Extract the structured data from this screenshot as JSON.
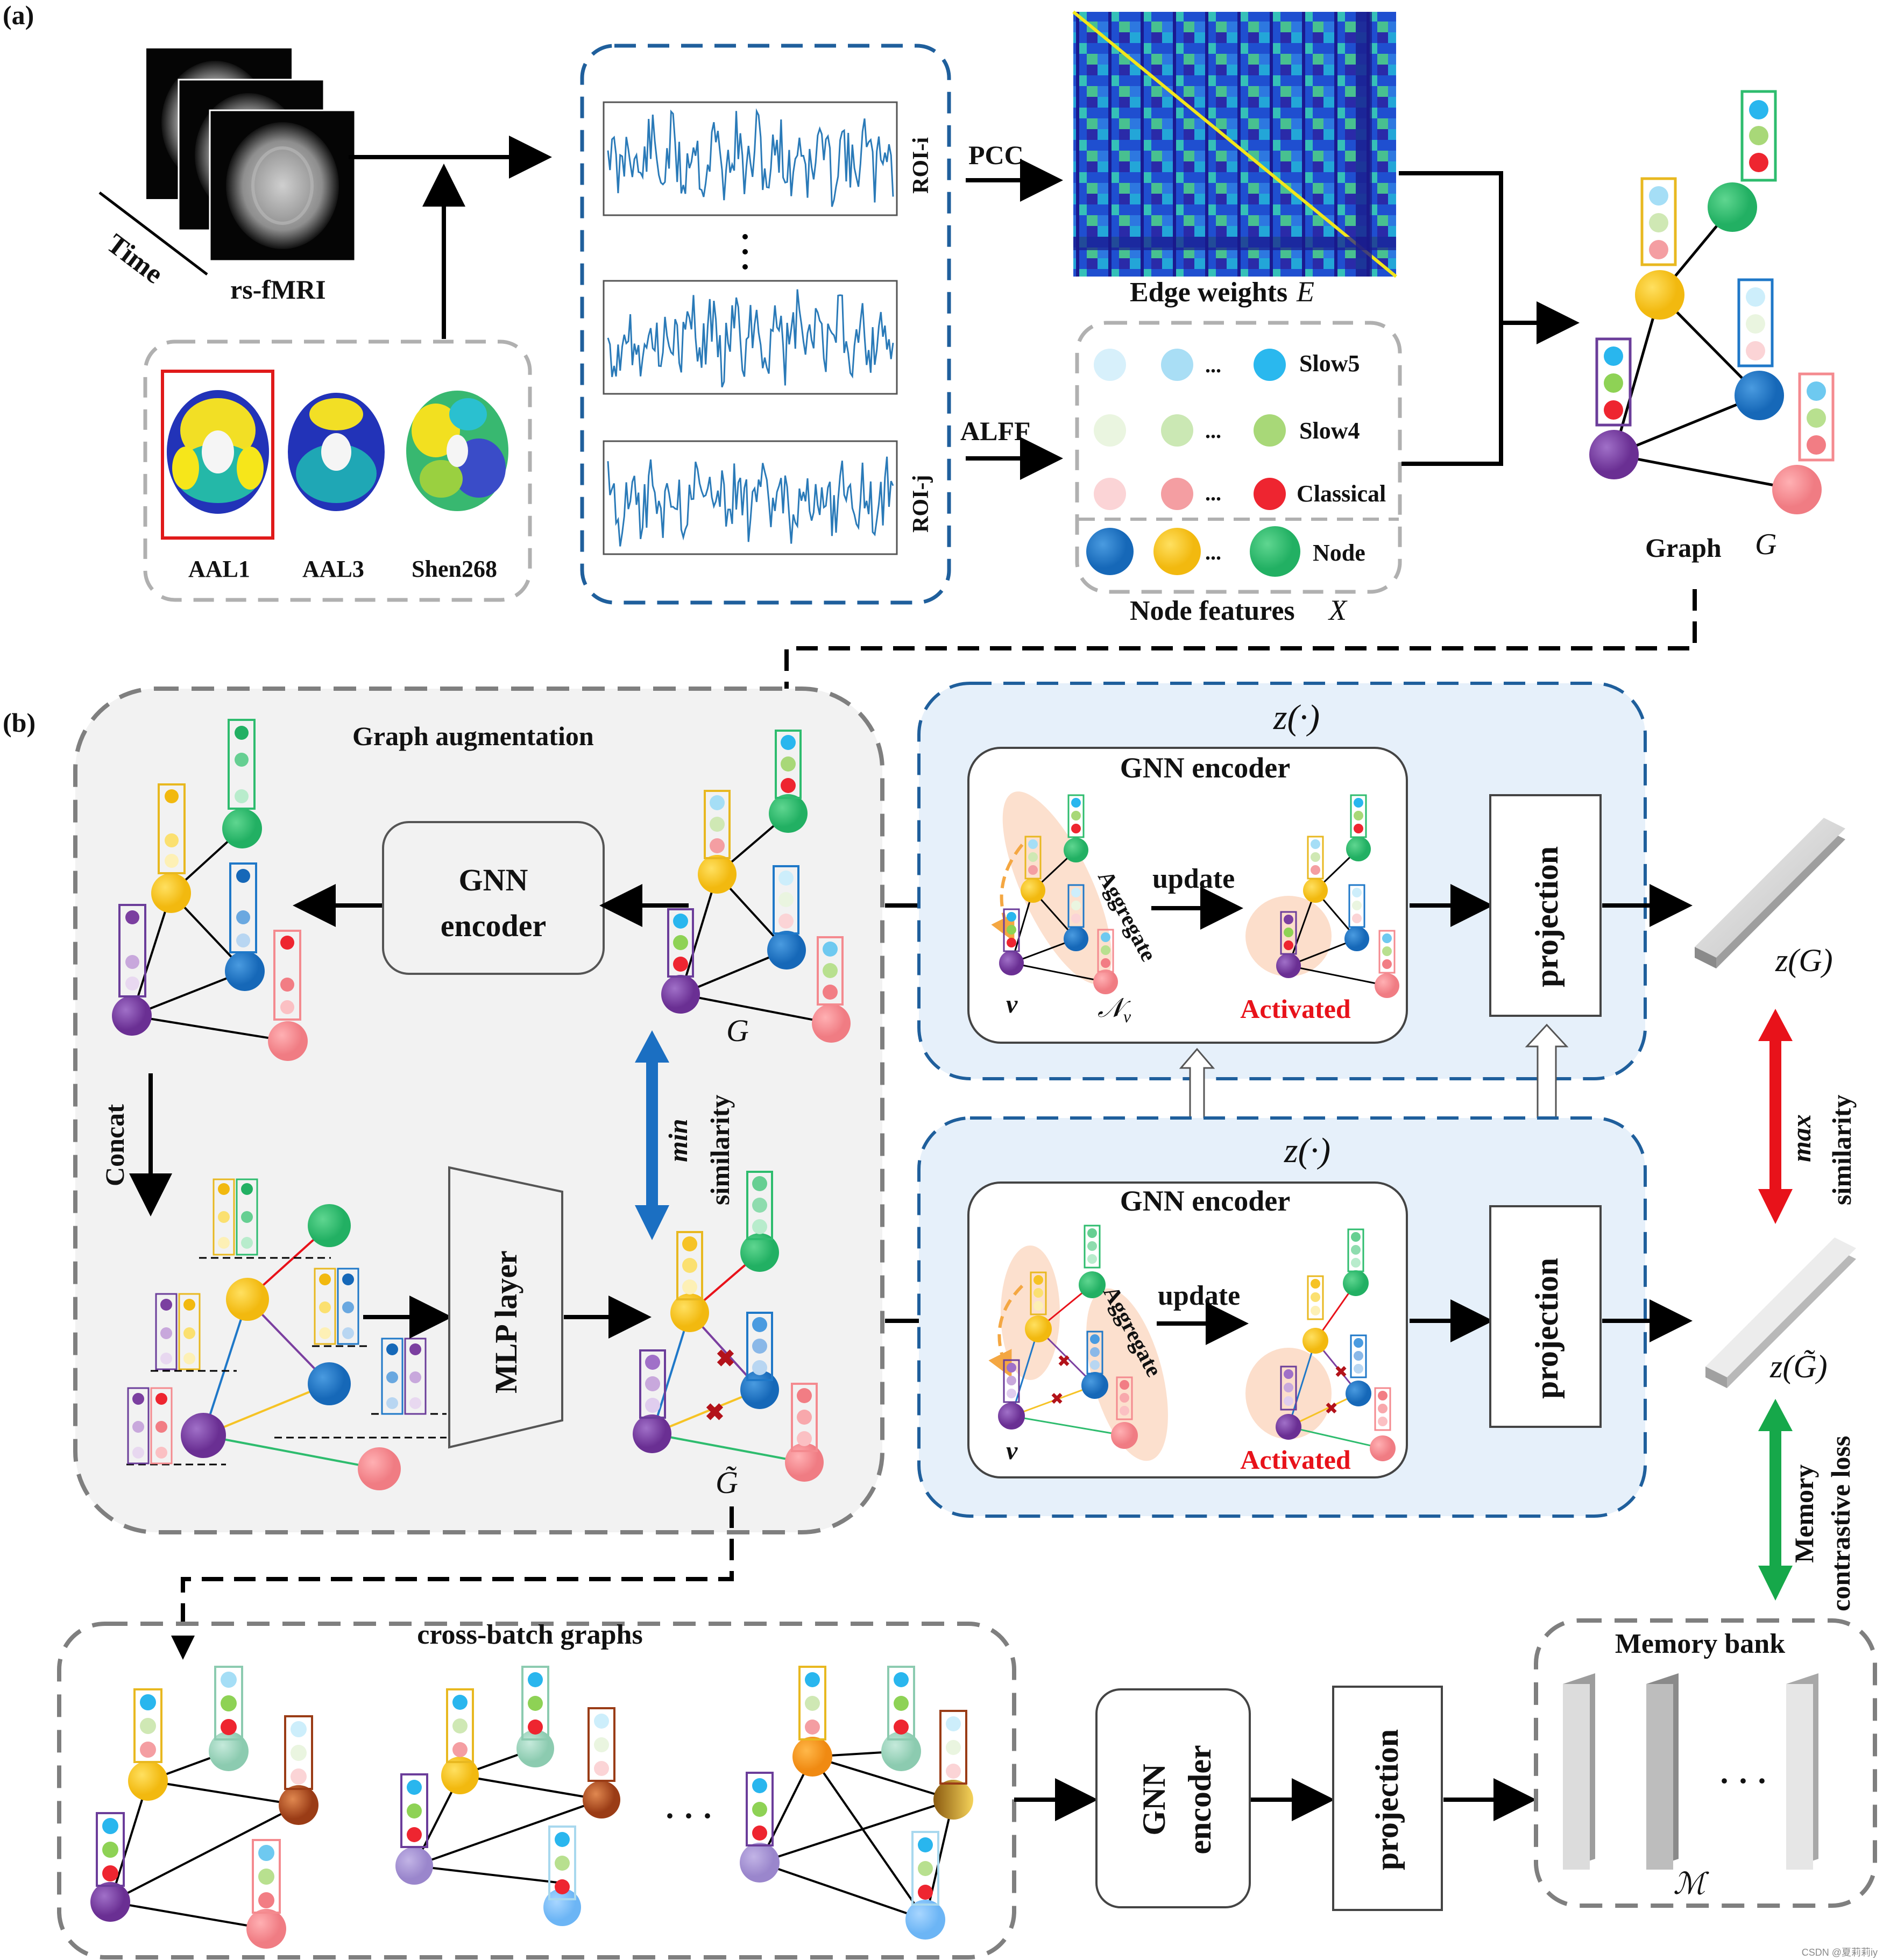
{
  "panel_a": {
    "label": "(a)",
    "time_label": "Time",
    "fmri_label": "rs-fMRI",
    "atlases": [
      "AAL1",
      "AAL3",
      "Shen268"
    ],
    "roi_top": "ROI-i",
    "roi_bottom": "ROI-j",
    "pcc": "PCC",
    "alff": "ALFF",
    "edge_weights": "Edge weights",
    "edge_symbol": "E",
    "feature_rows": [
      "Slow5",
      "Slow4",
      "Classical",
      "Node"
    ],
    "node_features": "Node features",
    "node_symbol": "X",
    "graph_label": "Graph",
    "graph_symbol": "G",
    "ellipsis": "..."
  },
  "panel_b": {
    "label": "(b)",
    "graph_augmentation": "Graph augmentation",
    "gnn_encoder_line1": "GNN",
    "gnn_encoder_line2": "encoder",
    "concat": "Concat",
    "mlp_layer": "MLP layer",
    "min_word": "min",
    "min_similarity": "similarity",
    "g_symbol": "G",
    "g_tilde_symbol": "G̃",
    "z_func": "z(·)",
    "gnn_encoder": "GNN encoder",
    "aggregate": "Aggregate",
    "update": "update",
    "activated": "Activated",
    "v": "v",
    "nv": "𝒩",
    "nv_sub": "v",
    "projection": "projection",
    "zG": "z(G)",
    "zGt": "z(G̃)",
    "max_word": "max",
    "max_similarity": "similarity",
    "memory_loss_1": "Memory",
    "memory_loss_2": "contrastive loss",
    "cross_batch": "cross-batch graphs",
    "memory_bank": "Memory bank",
    "memory_symbol": "ℳ",
    "gnn_bottom_1": "GNN",
    "gnn_bottom_2": "encoder",
    "projection_bottom": "projection",
    "ellipsis": "· · ·",
    "watermark": "CSDN @夏莉莉iy"
  },
  "colors": {
    "purple": "#7b3fa0",
    "yellow": "#f6c325",
    "blue": "#1f78c8",
    "green": "#2ebc6e",
    "pink": "#f48a8f",
    "box_blue": "#1f5f9c",
    "red_arrow": "#e8121a",
    "green_arrow": "#16a84a",
    "blue_arrow": "#1b6fc2"
  }
}
